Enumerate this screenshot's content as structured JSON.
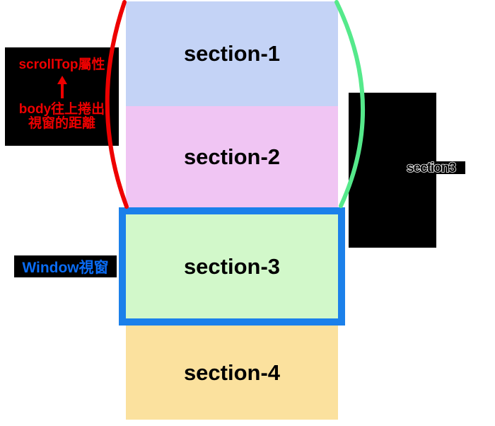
{
  "diagram_title": "scrollTop viewport scroll diagram",
  "sections": [
    {
      "label": "section-1",
      "bg": "#C4D3F6"
    },
    {
      "label": "section-2",
      "bg": "#F0C5F3"
    },
    {
      "label": "section-3",
      "bg": "#D2F8CA"
    },
    {
      "label": "section-4",
      "bg": "#FBE19E"
    }
  ],
  "scrolltop_note": {
    "line1": "scrollTop屬性",
    "arrow_icon": "↑",
    "line2": "body往上捲出",
    "line3": "視窗的距離",
    "text_color": "#EE0000"
  },
  "window_note": {
    "text": "Window視窗",
    "text_color": "#0A6CF5"
  },
  "right_note": {
    "text": "section3"
  },
  "braces": {
    "left_color": "#EE0000",
    "right_color": "#55E98B"
  },
  "viewport": {
    "border_color": "#1B80EA"
  }
}
